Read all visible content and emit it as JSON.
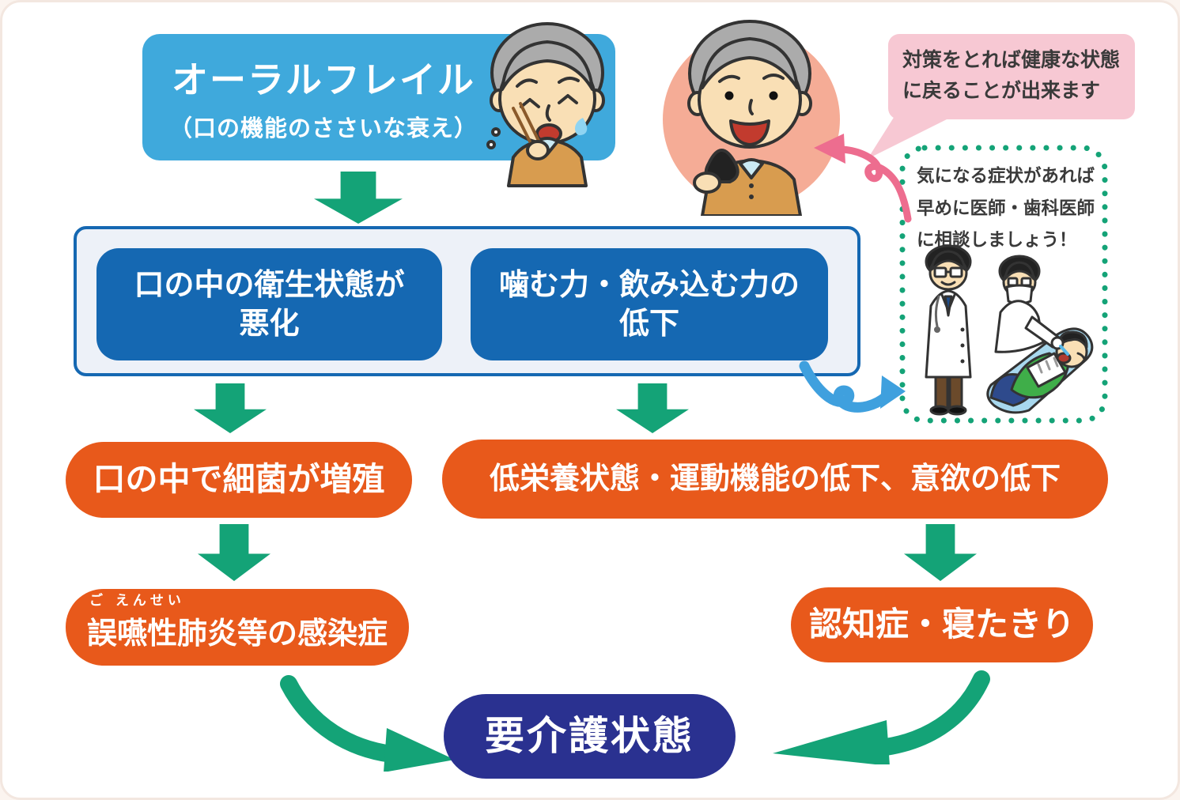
{
  "title_box": {
    "line1": "オーラルフレイル",
    "line2": "（口の機能のささいな衰え）"
  },
  "speech_bubble": {
    "text": "対策をとれば健康な状態\nに戻ることが出来ます"
  },
  "consult_note": {
    "text": "気になる症状があれば\n早めに医師・歯科医師\nに相談しましょう！"
  },
  "flow": {
    "mid_left": "口の中の衛生状態が\n悪化",
    "mid_right": "噛む力・飲み込む力の\n低下",
    "bacteria": "口の中で細菌が増殖",
    "nutrition": "低栄養状態・運動機能の低下、意欲の低下",
    "pneumonia_furigana": "ご えんせい",
    "pneumonia": "誤嚥性肺炎等の感染症",
    "dementia": "認知症・寝たきり",
    "final_state": "要介護状態"
  },
  "icons": {
    "frail_senior": "frail-senior-eating-illustration",
    "healthy_senior": "healthy-senior-eating-illustration",
    "doctors": "doctor-and-dentist-illustration",
    "down_arrow": "green-block-down-arrow",
    "swoosh_arrow": "green-curved-swoosh-arrow",
    "pink_arrow": "pink-curled-arrow",
    "blue_arrow": "blue-curled-arrow"
  },
  "palette": {
    "light_blue": "#3FA9DC",
    "dark_blue": "#1568B2",
    "container_bg": "#EDF1F8",
    "orange": "#E8591B",
    "green": "#14A377",
    "navy": "#2A3190",
    "pink_bubble": "#F7C8D3",
    "pink_arrow": "#ED6D8F",
    "blue_arrow": "#3FA0DE",
    "salmon_circle": "#F5AC96"
  }
}
